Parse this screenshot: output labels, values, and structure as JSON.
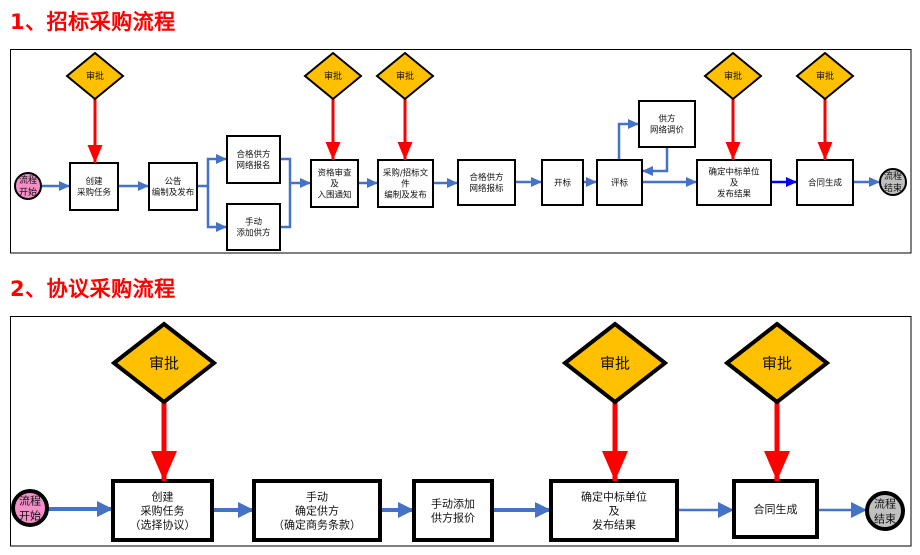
{
  "sections": [
    {
      "title": "1、招标采购流程",
      "start": [
        "流程",
        "开始"
      ],
      "end": [
        "流程",
        "结束"
      ],
      "approval_label": "审批",
      "steps": [
        {
          "id": "create",
          "lines": [
            "创建",
            "采购任务"
          ],
          "approval": true
        },
        {
          "id": "notice",
          "lines": [
            "公告",
            "编制及发布"
          ],
          "approval": false
        },
        {
          "id": "online-register",
          "lines": [
            "合格供方",
            "网络报名"
          ],
          "approval": false
        },
        {
          "id": "manual-add",
          "lines": [
            "手动",
            "添加供方"
          ],
          "approval": false
        },
        {
          "id": "qualify",
          "lines": [
            "资格审查",
            "及",
            "入围通知"
          ],
          "approval": true
        },
        {
          "id": "tender-docs",
          "lines": [
            "采购/招标文",
            "件",
            "编制及发布"
          ],
          "approval": true
        },
        {
          "id": "online-bid",
          "lines": [
            "合格供方",
            "网络报标"
          ],
          "approval": false
        },
        {
          "id": "open-bid",
          "lines": [
            "开标"
          ],
          "approval": false
        },
        {
          "id": "evaluate",
          "lines": [
            "评标"
          ],
          "approval": false
        },
        {
          "id": "price-adjust",
          "lines": [
            "供方",
            "网络调价"
          ],
          "approval": false
        },
        {
          "id": "award",
          "lines": [
            "确定中标单位",
            "及",
            "发布结果"
          ],
          "approval": true
        },
        {
          "id": "contract",
          "lines": [
            "合同生成"
          ],
          "approval": true
        }
      ]
    },
    {
      "title": "2、协议采购流程",
      "start": [
        "流程",
        "开始"
      ],
      "end": [
        "流程",
        "结束"
      ],
      "approval_label": "审批",
      "steps": [
        {
          "id": "create",
          "lines": [
            "创建",
            "采购任务",
            "（选择协议）"
          ],
          "approval": true
        },
        {
          "id": "confirm-supplier",
          "lines": [
            "手动",
            "确定供方",
            "（确定商务条款）"
          ],
          "approval": false
        },
        {
          "id": "add-quote",
          "lines": [
            "手动添加",
            "供方报价"
          ],
          "approval": false
        },
        {
          "id": "award",
          "lines": [
            "确定中标单位",
            "及",
            "发布结果"
          ],
          "approval": true
        },
        {
          "id": "contract",
          "lines": [
            "合同生成"
          ],
          "approval": true
        }
      ]
    }
  ],
  "colors": {
    "title": "#ff0000",
    "approval_fill": "#ffc000",
    "approval_arrow": "#ff0000",
    "flow_arrow": "#4472c4",
    "flow_arrow_dark": "#0000ff",
    "start_fill": "#f48fc8",
    "end_fill": "#c0c0c0"
  }
}
